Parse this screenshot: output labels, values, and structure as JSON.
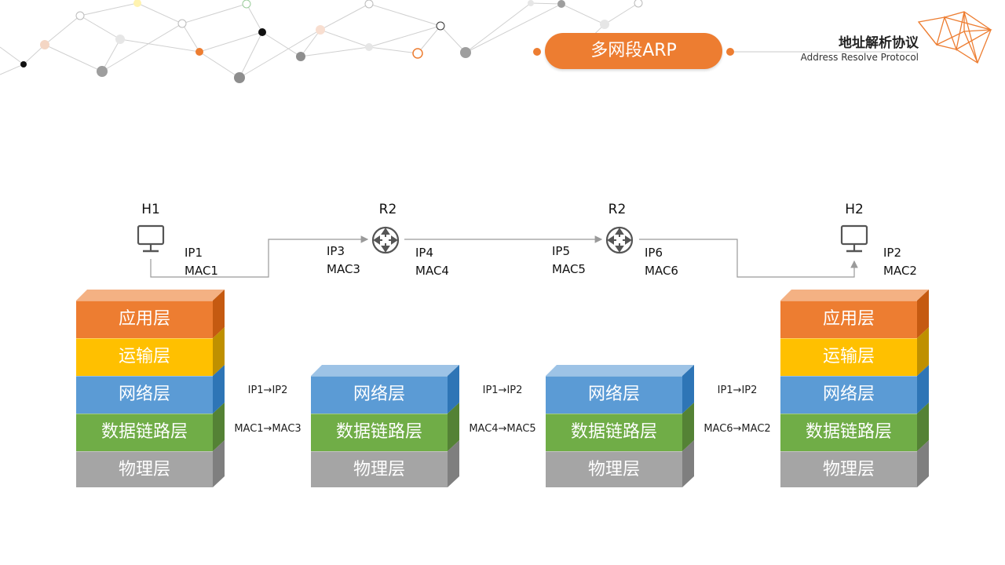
{
  "header": {
    "section_badge": "多网段ARP",
    "brand_title": "地址解析协议",
    "brand_subtitle": "Address Resolve Protocol"
  },
  "colors": {
    "accent": "#ed7d31",
    "application": "#ed7d31",
    "transport": "#ffc000",
    "network": "#5b9bd5",
    "datalink": "#70ad47",
    "physical": "#a5a5a5"
  },
  "nodes": [
    {
      "name": "H1",
      "icon": "monitor-icon",
      "addr_ip": "IP1",
      "addr_mac": "MAC1"
    },
    {
      "name": "R2",
      "icon": "router-icon",
      "in_ip": "IP3",
      "in_mac": "MAC3",
      "out_ip": "IP4",
      "out_mac": "MAC4"
    },
    {
      "name": "R2",
      "icon": "router-icon",
      "in_ip": "IP5",
      "in_mac": "MAC5",
      "out_ip": "IP6",
      "out_mac": "MAC6"
    },
    {
      "name": "H2",
      "icon": "monitor-icon",
      "addr_ip": "IP2",
      "addr_mac": "MAC2"
    }
  ],
  "layers": {
    "application": "应用层",
    "transport": "运输层",
    "network": "网络层",
    "datalink": "数据链路层",
    "physical": "物理层"
  },
  "hops": [
    {
      "ip": "IP1→IP2",
      "mac": "MAC1→MAC3"
    },
    {
      "ip": "IP1→IP2",
      "mac": "MAC4→MAC5"
    },
    {
      "ip": "IP1→IP2",
      "mac": "MAC6→MAC2"
    }
  ]
}
